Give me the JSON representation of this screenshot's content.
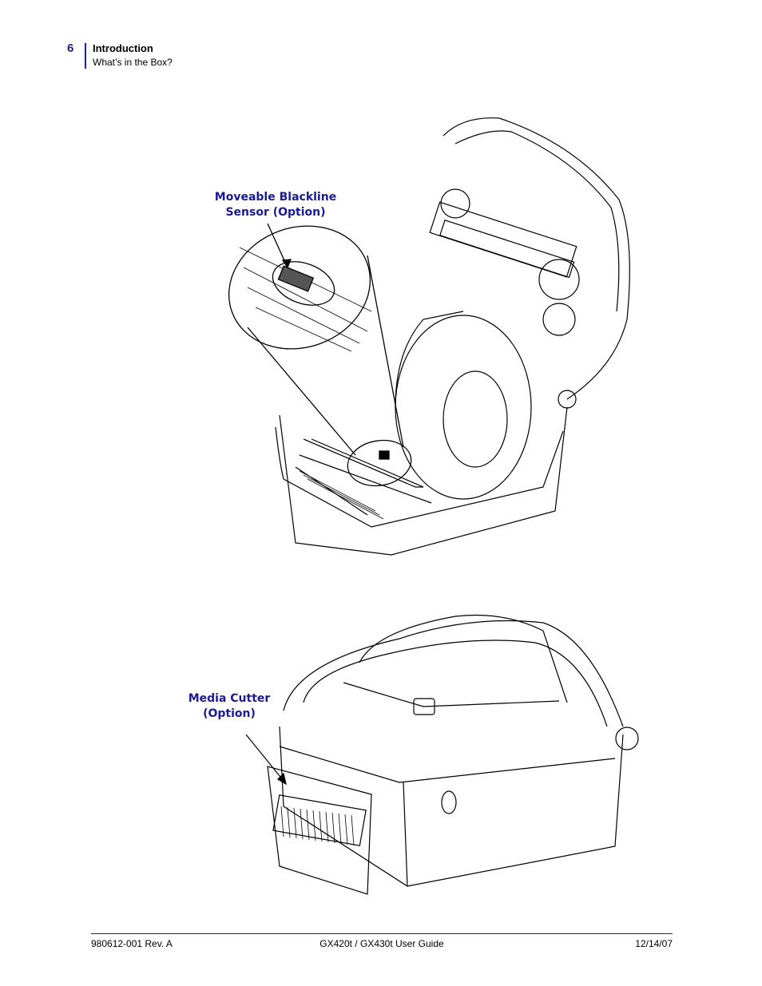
{
  "header": {
    "page_number": "6",
    "chapter": "Introduction",
    "section": "What’s in the Box?"
  },
  "figures": {
    "open_printer": {
      "callout_line1": "Moveable Blackline",
      "callout_line2": "Sensor (Option)"
    },
    "closed_printer": {
      "callout_line1": "Media Cutter",
      "callout_line2": "(Option)"
    }
  },
  "footer": {
    "doc_number": "980612-001 Rev. A",
    "title": "GX420t / GX430t User Guide",
    "date": "12/14/07"
  }
}
